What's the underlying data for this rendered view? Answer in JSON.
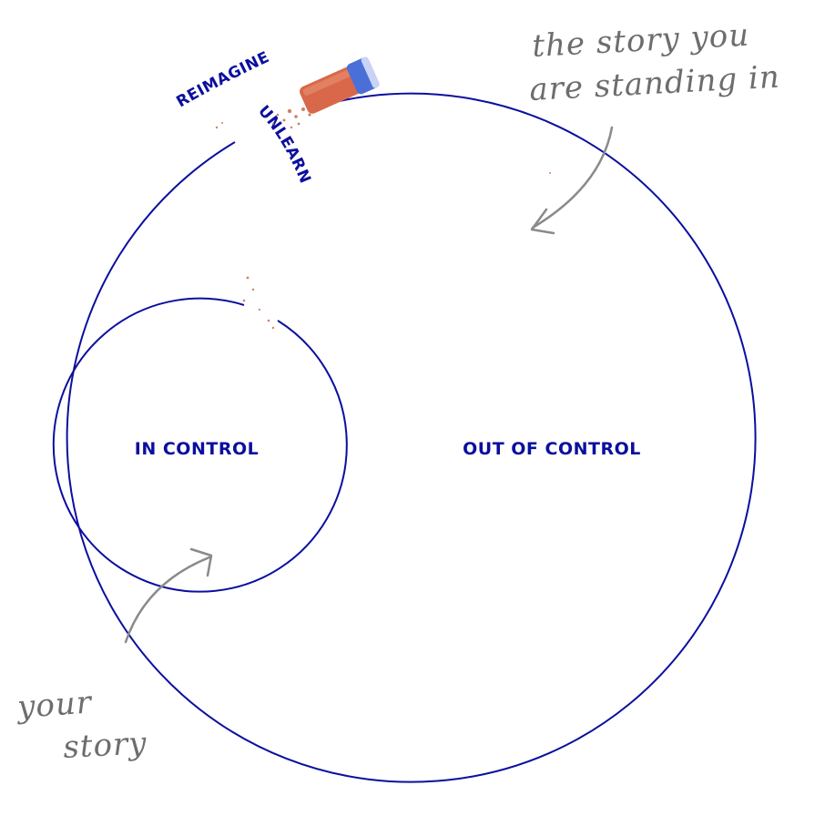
{
  "diagram": {
    "outer_circle_label": "OUT OF CONTROL",
    "inner_circle_label": "IN CONTROL",
    "curved_words": [
      "REIMAGINE",
      "UNLEARN"
    ],
    "annotations": {
      "outer": [
        "the story you",
        "are standing in"
      ],
      "inner": [
        "your",
        "story"
      ]
    },
    "colors": {
      "circle_stroke": "#0b0f9e",
      "annotation_ink": "#6d6d6d",
      "eraser_body": "#d9684a",
      "eraser_sleeve": "#4a6fd8"
    },
    "icons": [
      "eraser-icon",
      "eraser-crumbs",
      "arrow-to-outer-circle",
      "arrow-to-inner-circle"
    ]
  }
}
